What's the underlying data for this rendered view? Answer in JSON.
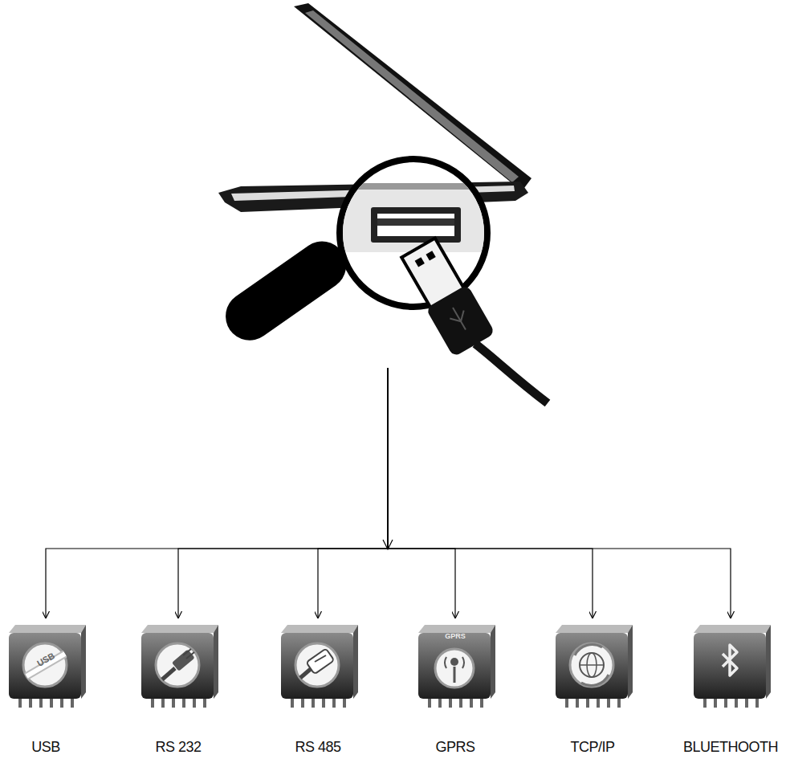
{
  "diagram": {
    "nodes": [
      {
        "text": []
      },
      {
        "text": [
          "USB",
          "USB"
        ]
      },
      {
        "text": [
          "RS 232"
        ]
      },
      {
        "text": [
          "RS 485"
        ]
      },
      {
        "text": [
          "GPRS",
          "GPRS"
        ]
      },
      {
        "text": [
          "TCP/IP"
        ]
      },
      {
        "text": [
          "BLUETHOOTH"
        ]
      }
    ],
    "edges": [
      {
        "from": 0,
        "to": 1,
        "arrow": "to"
      },
      {
        "from": 0,
        "to": 2,
        "arrow": "to"
      },
      {
        "from": 0,
        "to": 3,
        "arrow": "to"
      },
      {
        "from": 0,
        "to": 4,
        "arrow": "to"
      },
      {
        "from": 0,
        "to": 5,
        "arrow": "to"
      },
      {
        "from": 0,
        "to": 6,
        "arrow": "to"
      }
    ]
  }
}
